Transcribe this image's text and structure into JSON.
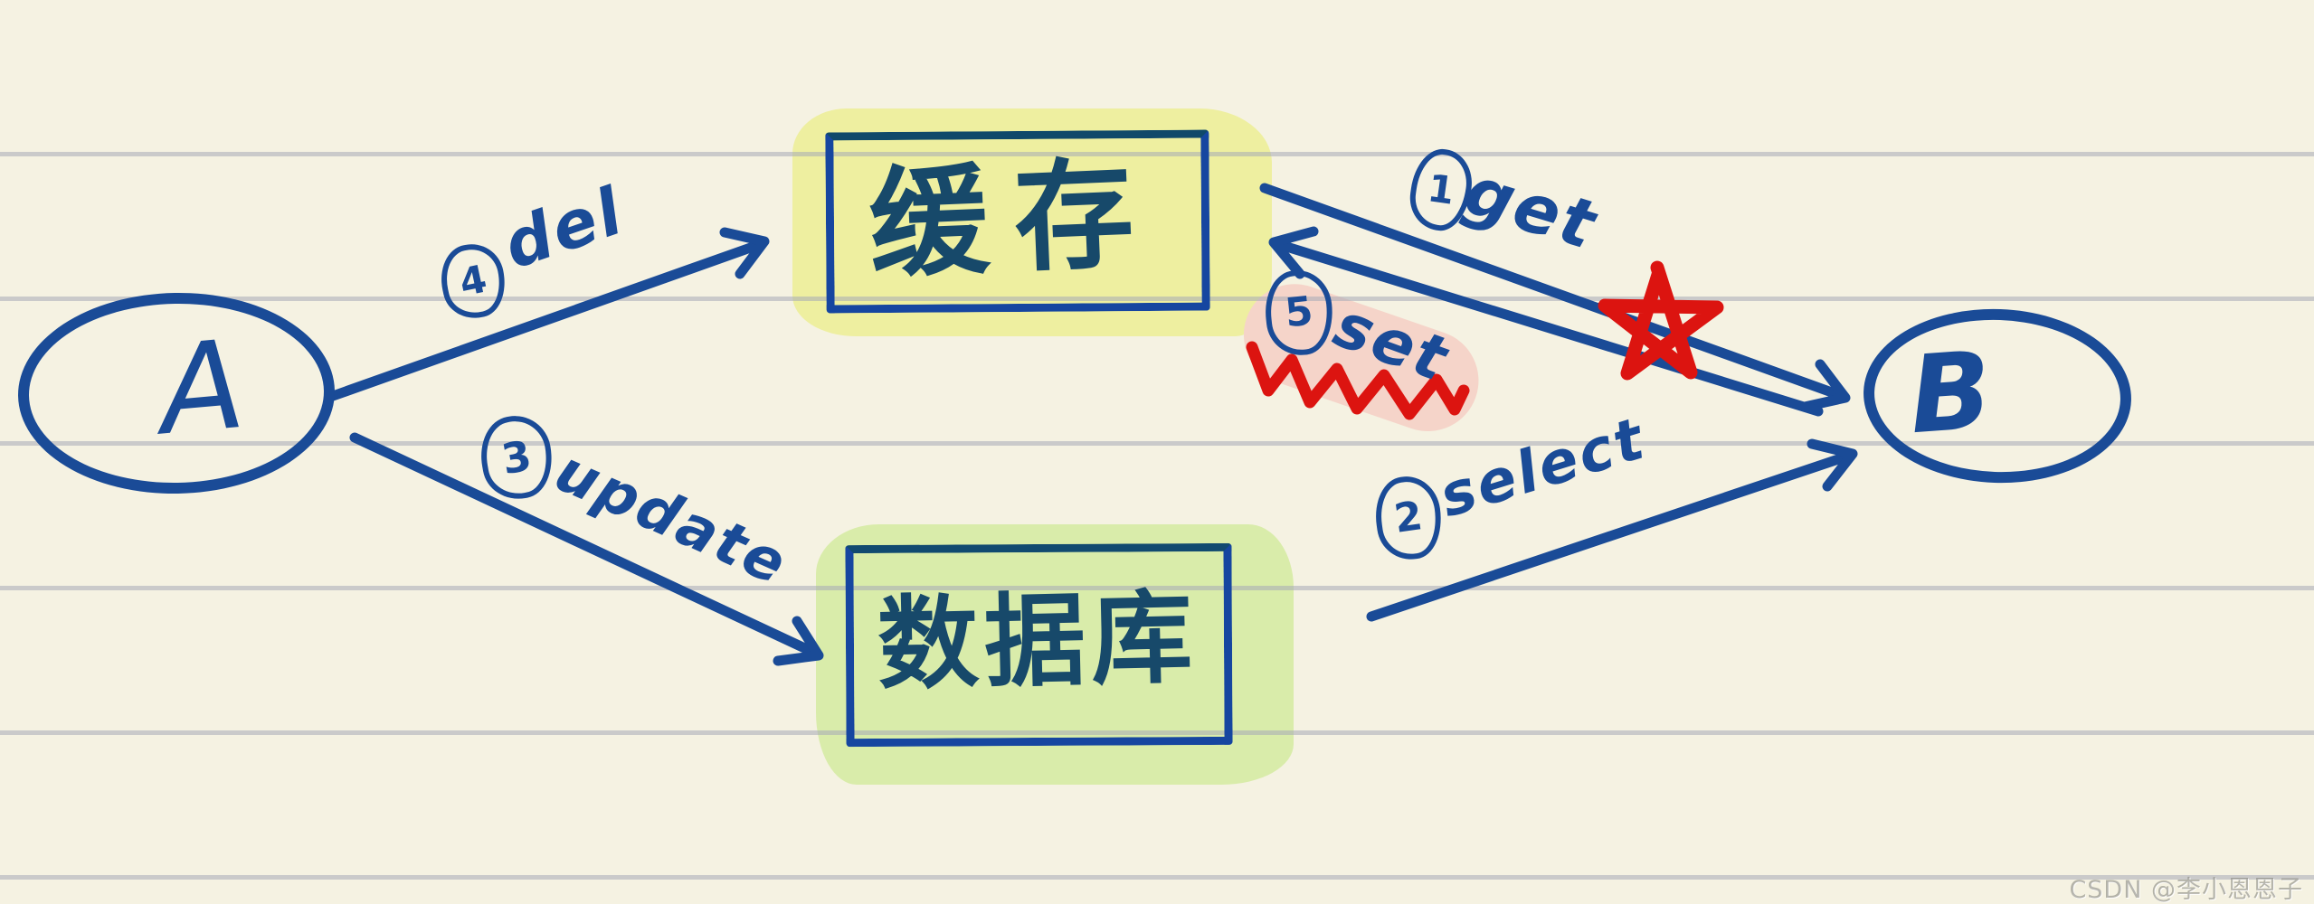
{
  "nodes": {
    "a": {
      "label": "A"
    },
    "b": {
      "label": "B"
    },
    "cache": {
      "label": "缓存"
    },
    "database": {
      "label": "数据库"
    }
  },
  "arrows": {
    "get": {
      "number": "1",
      "label": "get",
      "from": "cache",
      "to": "B"
    },
    "select": {
      "number": "2",
      "label": "select",
      "from": "database",
      "to": "B"
    },
    "update": {
      "number": "3",
      "label": "update",
      "from": "A",
      "to": "database"
    },
    "del": {
      "number": "4",
      "label": "del",
      "from": "A",
      "to": "cache"
    },
    "set": {
      "number": "5",
      "label": "set",
      "from": "B",
      "to": "cache",
      "crossed_out_with_red_star": true,
      "red_squiggle_underline": true,
      "pink_highlight": true
    }
  },
  "watermark": {
    "text": "CSDN @李小恩恩子"
  },
  "colors": {
    "paper": "#f5f2e2",
    "ruled_line": "#a5aab6",
    "ink_blue": "#1a4b97",
    "ink_teal": "#17496a",
    "annotation_red": "#dc1410",
    "highlight_yellow": "#eeefa0",
    "highlight_green": "#d9ecaa",
    "highlight_pink": "#f5d4c9"
  }
}
